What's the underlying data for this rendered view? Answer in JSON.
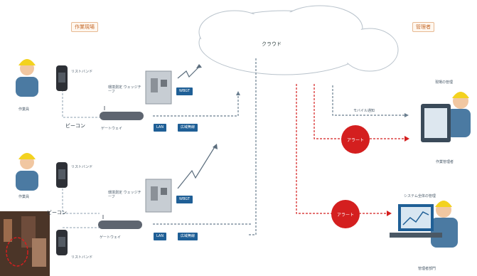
{
  "labels": {
    "site": "作業現場",
    "office": "管理者",
    "cloud": "クラウド",
    "beacon": "ビーコン",
    "wristband_1": "リストバンド",
    "wristband_2": "リストバンド",
    "wristband_3": "リストバンド",
    "worker_1": "作業員",
    "worker_2": "作業員",
    "env_watch_1": "環境測定 ウェッジチーフ",
    "env_watch_2": "環境測定 ウェッジチーフ",
    "gateway_1": "ゲートウェイ",
    "gateway_2": "ゲートウェイ",
    "chip_wbgt_1": "WBGT",
    "chip_wbgt_2": "WBGT",
    "chip_lan_1": "LAN",
    "chip_lan_2": "LAN",
    "chip_net_1": "広域無線",
    "chip_net_2": "広域無線",
    "mobile_notice": "モバイル通知",
    "alert_1": "アラート",
    "alert_2": "アラート",
    "manager_top": "現場の管理",
    "manager_label": "作業管理者",
    "system_label": "システム全体の管理",
    "admin_label": "管理者部門"
  },
  "colors": {
    "accent_orange": "#c56b2c",
    "chip_blue": "#1f5f96",
    "alert_red": "#d41f1f",
    "helmet_yellow": "#f3d21f",
    "body_blue": "#4b7aa2"
  }
}
